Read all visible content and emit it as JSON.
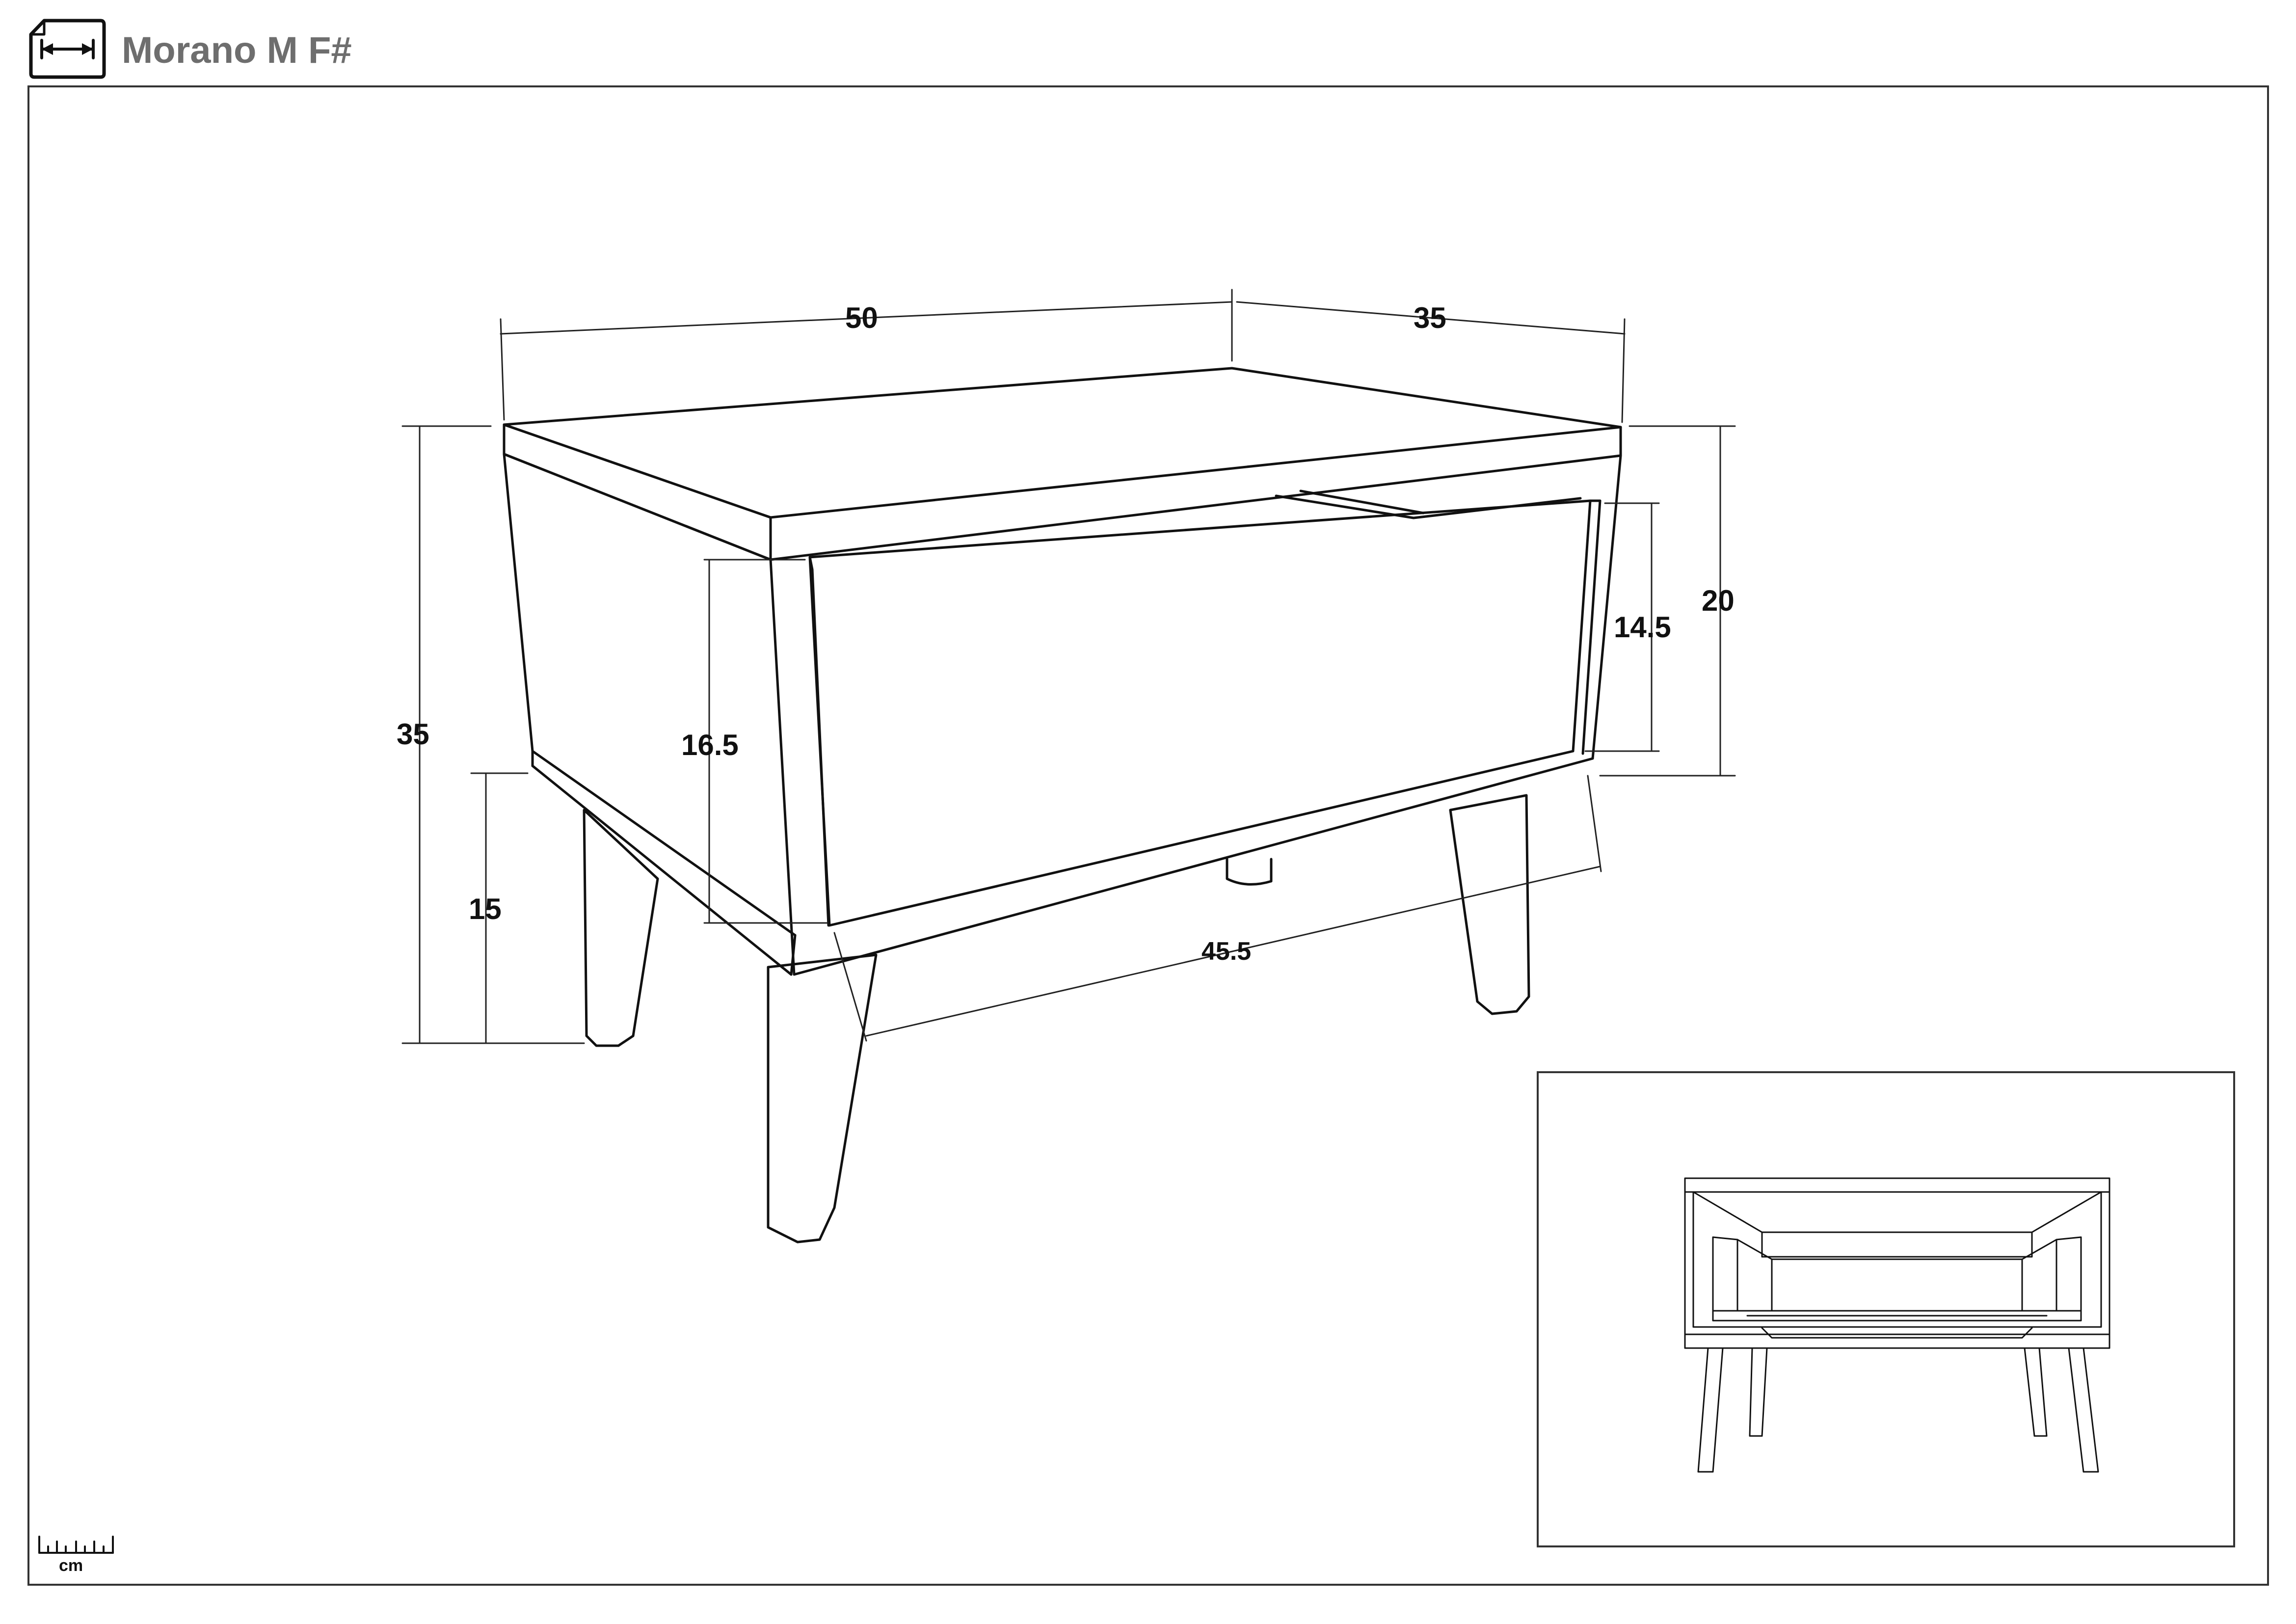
{
  "header": {
    "title": "Morano M F#",
    "icon": "dimensions-icon"
  },
  "dimensions": {
    "width_top": "50",
    "depth_top": "35",
    "total_height": "35",
    "leg_height": "15",
    "body_height": "20",
    "drawer_front_height": "16.5",
    "drawer_inner_height": "14.5",
    "drawer_width": "45.5"
  },
  "scale_bar": {
    "unit": "cm"
  },
  "colors": {
    "ink": "#111111",
    "title": "#6e6e6e",
    "frame": "#333333"
  }
}
